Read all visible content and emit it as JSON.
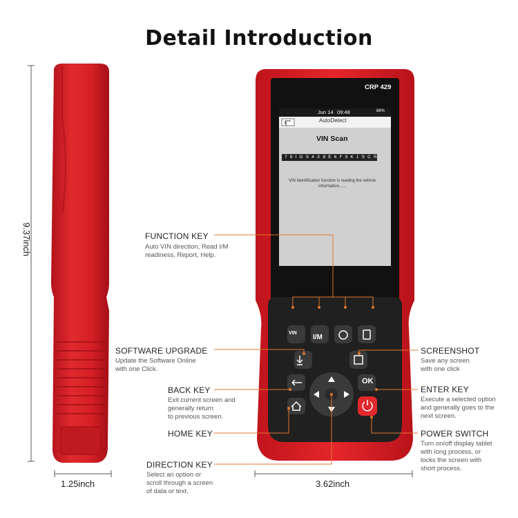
{
  "title": "Detail Introduction",
  "dimensions": {
    "height": "9.37inch",
    "side_width": "1.25inch",
    "front_width": "3.62inch"
  },
  "device": {
    "model": "CRP 429",
    "status_bar": {
      "date": "Jun 14",
      "time": "09:48",
      "battery": "86%"
    },
    "screen_header": "AutoDetect",
    "screen_title": "VIN Scan",
    "vin_chars": [
      "7",
      "8",
      "I",
      "G",
      "S",
      "4",
      "X",
      "8",
      "E",
      "6",
      "F",
      "9",
      "K",
      "1",
      "S",
      "C",
      "R"
    ],
    "screen_message": "VIN Identification function is reading the vehicle information......",
    "keys": {
      "vin": "VIN",
      "im": "I/M",
      "ok": "OK"
    }
  },
  "callouts": {
    "function_key": {
      "label": "FUNCTION KEY",
      "desc": [
        "Auto VIN direction, Read I/M",
        "readiness, Report, Help."
      ]
    },
    "software_upgrade": {
      "label": "SOFTWARE UPGRADE",
      "desc": [
        "Update the Software Online",
        "with one Click."
      ]
    },
    "back_key": {
      "label": "BACK KEY",
      "desc": [
        "Exit current screen and",
        "generally return",
        "to previous screen."
      ]
    },
    "home_key": {
      "label": "HOME KEY"
    },
    "direction_key": {
      "label": "DIRECTION KEY",
      "desc": [
        "Select an option or",
        "scroll through a screen",
        "of data or text."
      ]
    },
    "screenshot": {
      "label": "SCREENSHOT",
      "desc": [
        "Save any screen",
        "with one click"
      ]
    },
    "enter_key": {
      "label": "ENTER KEY",
      "desc": [
        "Execute a selected option",
        "and generally goes to the",
        "next screen."
      ]
    },
    "power_switch": {
      "label": "POWER SWITCH",
      "desc": [
        "Turn on/off display tablet",
        "with long process, or",
        "locks the screen with",
        "short process."
      ]
    }
  }
}
